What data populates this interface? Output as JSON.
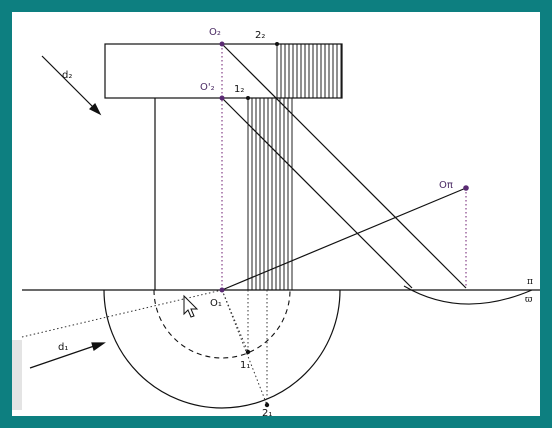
{
  "colors": {
    "frame": "#0d7f80",
    "line": "#111111",
    "construction_purple": "#7a2f7d",
    "point_purple": "#5a2a73"
  },
  "labels": {
    "o2": "O₂",
    "o2_prime": "O'₂",
    "two2": "2₂",
    "one2": "1₂",
    "d2": "d₂",
    "d1": "d₁",
    "o1": "O₁",
    "one1": "1₁",
    "two1": "2₁",
    "o_pi": "Oπ",
    "pi": "π",
    "omega": "ϖ"
  },
  "cursor_icon": "mouse-pointer-icon"
}
